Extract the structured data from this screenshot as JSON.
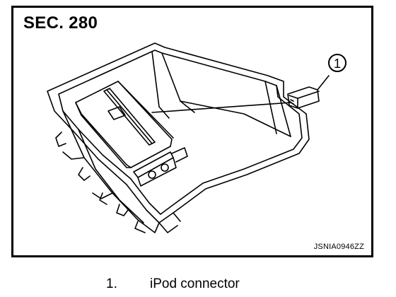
{
  "figure": {
    "section_label": "SEC. 280",
    "figure_code": "JSNIA0946ZZ",
    "callouts": [
      {
        "number": "1"
      }
    ]
  },
  "legend": {
    "items": [
      {
        "number": "1.",
        "label": "iPod connector"
      }
    ]
  }
}
